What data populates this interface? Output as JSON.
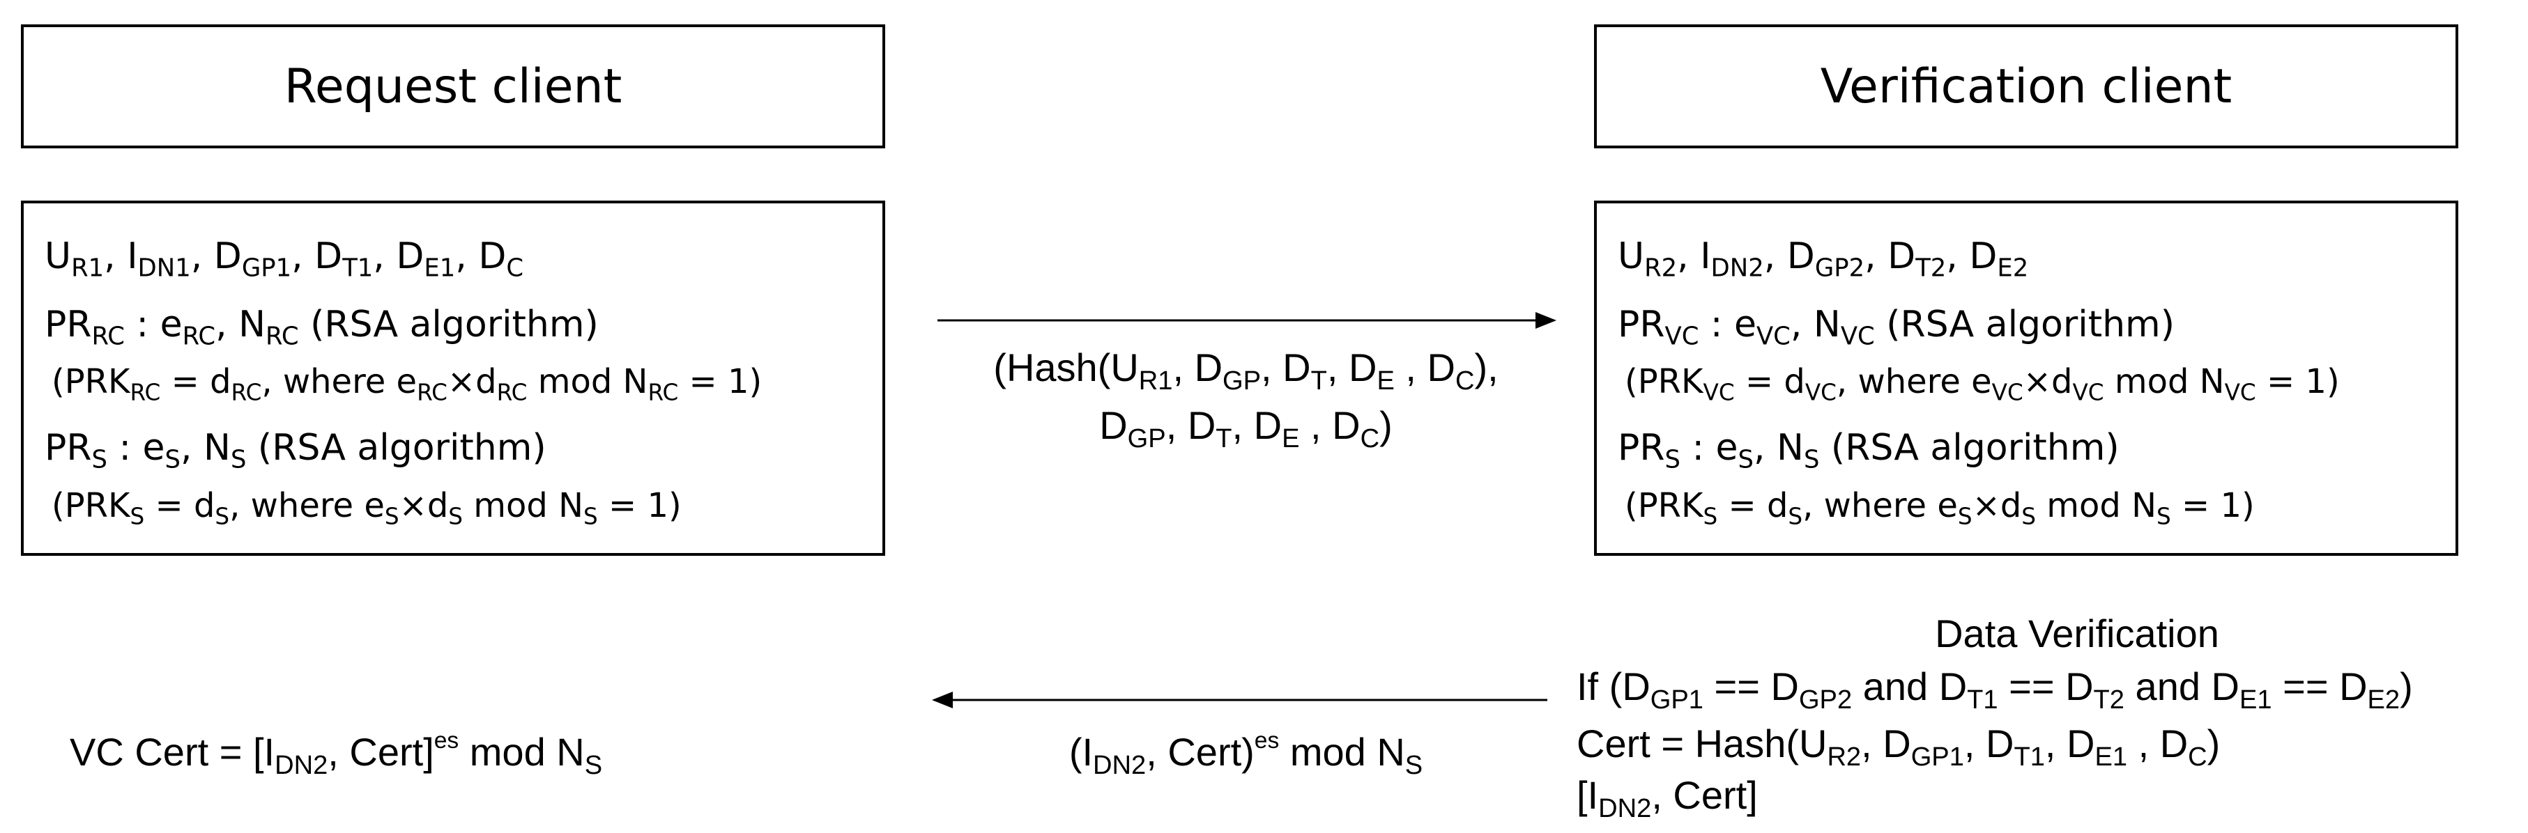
{
  "request_client": {
    "title": "Request client",
    "line1": {
      "u": "U",
      "u_sub": "R1",
      "sep1": ", ",
      "i": "I",
      "i_sub": "DN1",
      "sep2": ", ",
      "dgp": "D",
      "dgp_sub": "GP1",
      "sep3": ", ",
      "dt": "D",
      "dt_sub": "T1",
      "sep4": ", ",
      "de": "D",
      "de_sub": "E1",
      "sep5": ", ",
      "dc": "D",
      "dc_sub": "C"
    },
    "pr_rc": {
      "pr": "PR",
      "pr_sub": "RC",
      "colon": " : ",
      "e": "e",
      "e_sub": "RC",
      "sep": ", ",
      "n": "N",
      "n_sub": "RC",
      "note": " (RSA algorithm)"
    },
    "prk_rc": {
      "open": "(PRK",
      "k_sub": "RC",
      "eq": " = d",
      "d_sub": "RC",
      "where": ", where e",
      "w_e_sub": "RC",
      "times": "×d",
      "w_d_sub": "RC",
      "mod": " mod N",
      "n_sub": "RC",
      "end": " = 1)"
    },
    "pr_s": {
      "pr": "PR",
      "pr_sub": "S",
      "colon": " : ",
      "e": "e",
      "e_sub": "S",
      "sep": ", ",
      "n": "N",
      "n_sub": "S",
      "note": " (RSA algorithm)"
    },
    "prk_s": {
      "open": "(PRK",
      "k_sub": "S",
      "eq": " = d",
      "d_sub": "S",
      "where": ", where e",
      "w_e_sub": "S",
      "times": "×d",
      "w_d_sub": "S",
      "mod": " mod N",
      "n_sub": "S",
      "end": " = 1)"
    }
  },
  "verification_client": {
    "title": "Verification client",
    "line1": {
      "u": "U",
      "u_sub": "R2",
      "sep1": ", ",
      "i": "I",
      "i_sub": "DN2",
      "sep2": ", ",
      "dgp": "D",
      "dgp_sub": "GP2",
      "sep3": ", ",
      "dt": "D",
      "dt_sub": "T2",
      "sep4": ", ",
      "de": "D",
      "de_sub": "E2"
    },
    "pr_vc": {
      "pr": "PR",
      "pr_sub": "VC",
      "colon": " : ",
      "e": "e",
      "e_sub": "VC",
      "sep": ", ",
      "n": "N",
      "n_sub": "VC",
      "note": " (RSA algorithm)"
    },
    "prk_vc": {
      "open": "(PRK",
      "k_sub": "VC",
      "eq": " = d",
      "d_sub": "VC",
      "where": ", where e",
      "w_e_sub": "VC",
      "times": "×d",
      "w_d_sub": "VC",
      "mod": " mod N",
      "n_sub": "VC",
      "end": " = 1)"
    },
    "pr_s": {
      "pr": "PR",
      "pr_sub": "S",
      "colon": " : ",
      "e": "e",
      "e_sub": "S",
      "sep": ", ",
      "n": "N",
      "n_sub": "S",
      "note": " (RSA algorithm)"
    },
    "prk_s": {
      "open": "(PRK",
      "k_sub": "S",
      "eq": " = d",
      "d_sub": "S",
      "where": ", where e",
      "w_e_sub": "S",
      "times": "×d",
      "w_d_sub": "S",
      "mod": " mod N",
      "n_sub": "S",
      "end": " = 1)"
    }
  },
  "message_to_verifier": {
    "line1": {
      "open": "(Hash(U",
      "u_sub": "R1",
      "c1": ", D",
      "gp_sub": "GP",
      "c2": ", D",
      "t_sub": "T",
      "c3": ", D",
      "e_sub": "E",
      "c4": " , D",
      "c_sub": "C",
      "end": "),"
    },
    "line2": {
      "d1": "D",
      "gp_sub": "GP",
      "c2": ", D",
      "t_sub": "T",
      "c3": ", D",
      "e_sub": "E",
      "c4": " , D",
      "c_sub": "C",
      "end": ")"
    }
  },
  "data_verification": {
    "title": "Data Verification",
    "if_line": {
      "open": "If (D",
      "gp1_sub": "GP1",
      "eq1": " == D",
      "gp2_sub": "GP2",
      "and1": " and D",
      "t1_sub": "T1",
      "eq2": " == D",
      "t2_sub": "T2",
      "and2": " and D",
      "e1_sub": "E1",
      "eq3": " == D",
      "e2_sub": "E2",
      "end": ")"
    },
    "cert_line": {
      "open": "Cert = Hash(U",
      "u_sub": "R2",
      "c1": ", D",
      "gp_sub": "GP1",
      "c2": ", D",
      "t_sub": "T1",
      "c3": ", D",
      "e_sub": "E1",
      "c4": " , D",
      "c_sub": "C",
      "end": ")"
    },
    "pair_line": {
      "open": "[I",
      "i_sub": "DN2",
      "end": ", Cert]"
    }
  },
  "message_to_requester": {
    "open": "(I",
    "i_sub": "DN2",
    "mid": ", Cert)",
    "exp": "es",
    "mod": " mod N",
    "n_sub": "S"
  },
  "vc_cert": {
    "open": "VC Cert = [I",
    "i_sub": "DN2",
    "mid": ", Cert]",
    "exp": "es",
    "mod": " mod N",
    "n_sub": "S"
  }
}
